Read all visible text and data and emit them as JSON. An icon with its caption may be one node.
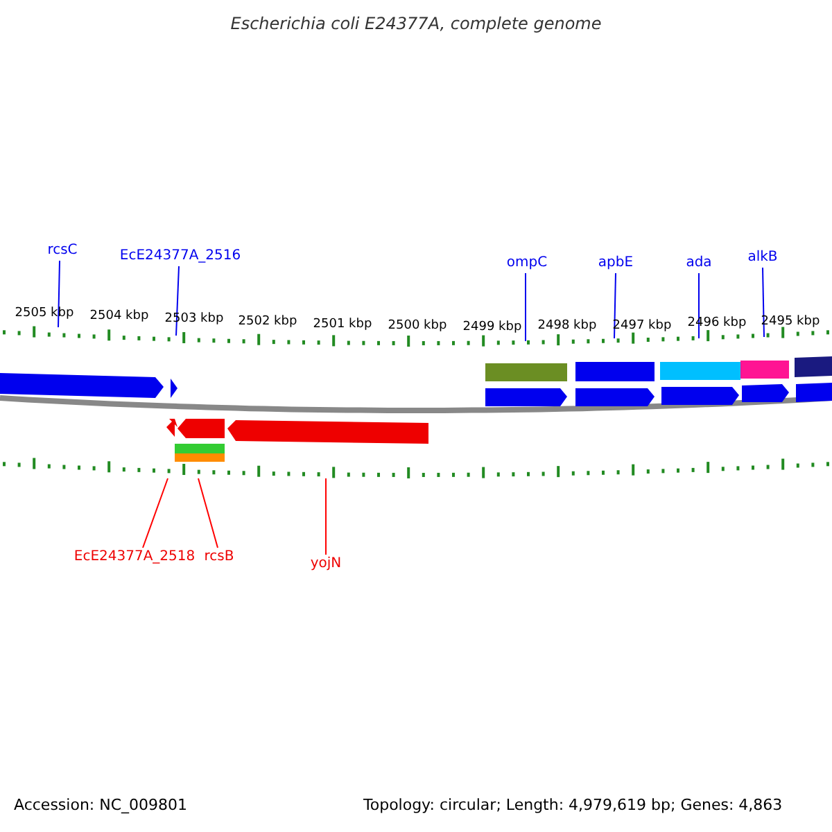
{
  "diagram": {
    "title": "Escherichia coli E24377A, complete genome",
    "nodes": [
      {
        "text": [
          "rcsC"
        ]
      },
      {
        "text": [
          "EcE24377A_2516"
        ]
      },
      {
        "text": [
          "ompC"
        ]
      },
      {
        "text": [
          "apbE"
        ]
      },
      {
        "text": [
          "ada"
        ]
      },
      {
        "text": [
          "alkB"
        ]
      },
      {
        "text": [
          "EcE24377A_2518"
        ]
      },
      {
        "text": [
          "rcsB"
        ]
      },
      {
        "text": [
          "yojN"
        ]
      },
      {
        "text": [],
        "shape": "picture"
      }
    ],
    "edges": [
      {
        "from": 0,
        "to": 9,
        "arrow": "none"
      },
      {
        "from": 1,
        "to": 9,
        "arrow": "none"
      },
      {
        "from": 2,
        "to": 9,
        "arrow": "none"
      },
      {
        "from": 3,
        "to": 9,
        "arrow": "none"
      },
      {
        "from": 4,
        "to": 9,
        "arrow": "none"
      },
      {
        "from": 5,
        "to": 9,
        "arrow": "none"
      },
      {
        "from": 6,
        "to": 9,
        "arrow": "none",
        "color": "#ff0000"
      },
      {
        "from": 7,
        "to": 9,
        "arrow": "none",
        "color": "#ff0000"
      },
      {
        "from": 8,
        "to": 9,
        "arrow": "none",
        "color": "#ff0000"
      }
    ],
    "labels": [
      "2505 kbp",
      "2504 kbp",
      "2503 kbp",
      "2502 kbp",
      "2501 kbp",
      "2500 kbp",
      "2499 kbp",
      "2498 kbp",
      "2497 kbp",
      "2496 kbp",
      "2495 kbp",
      "Accession: NC_009801",
      "Topology: circular; Length: 4,979,619 bp; Genes: 4,863"
    ]
  }
}
